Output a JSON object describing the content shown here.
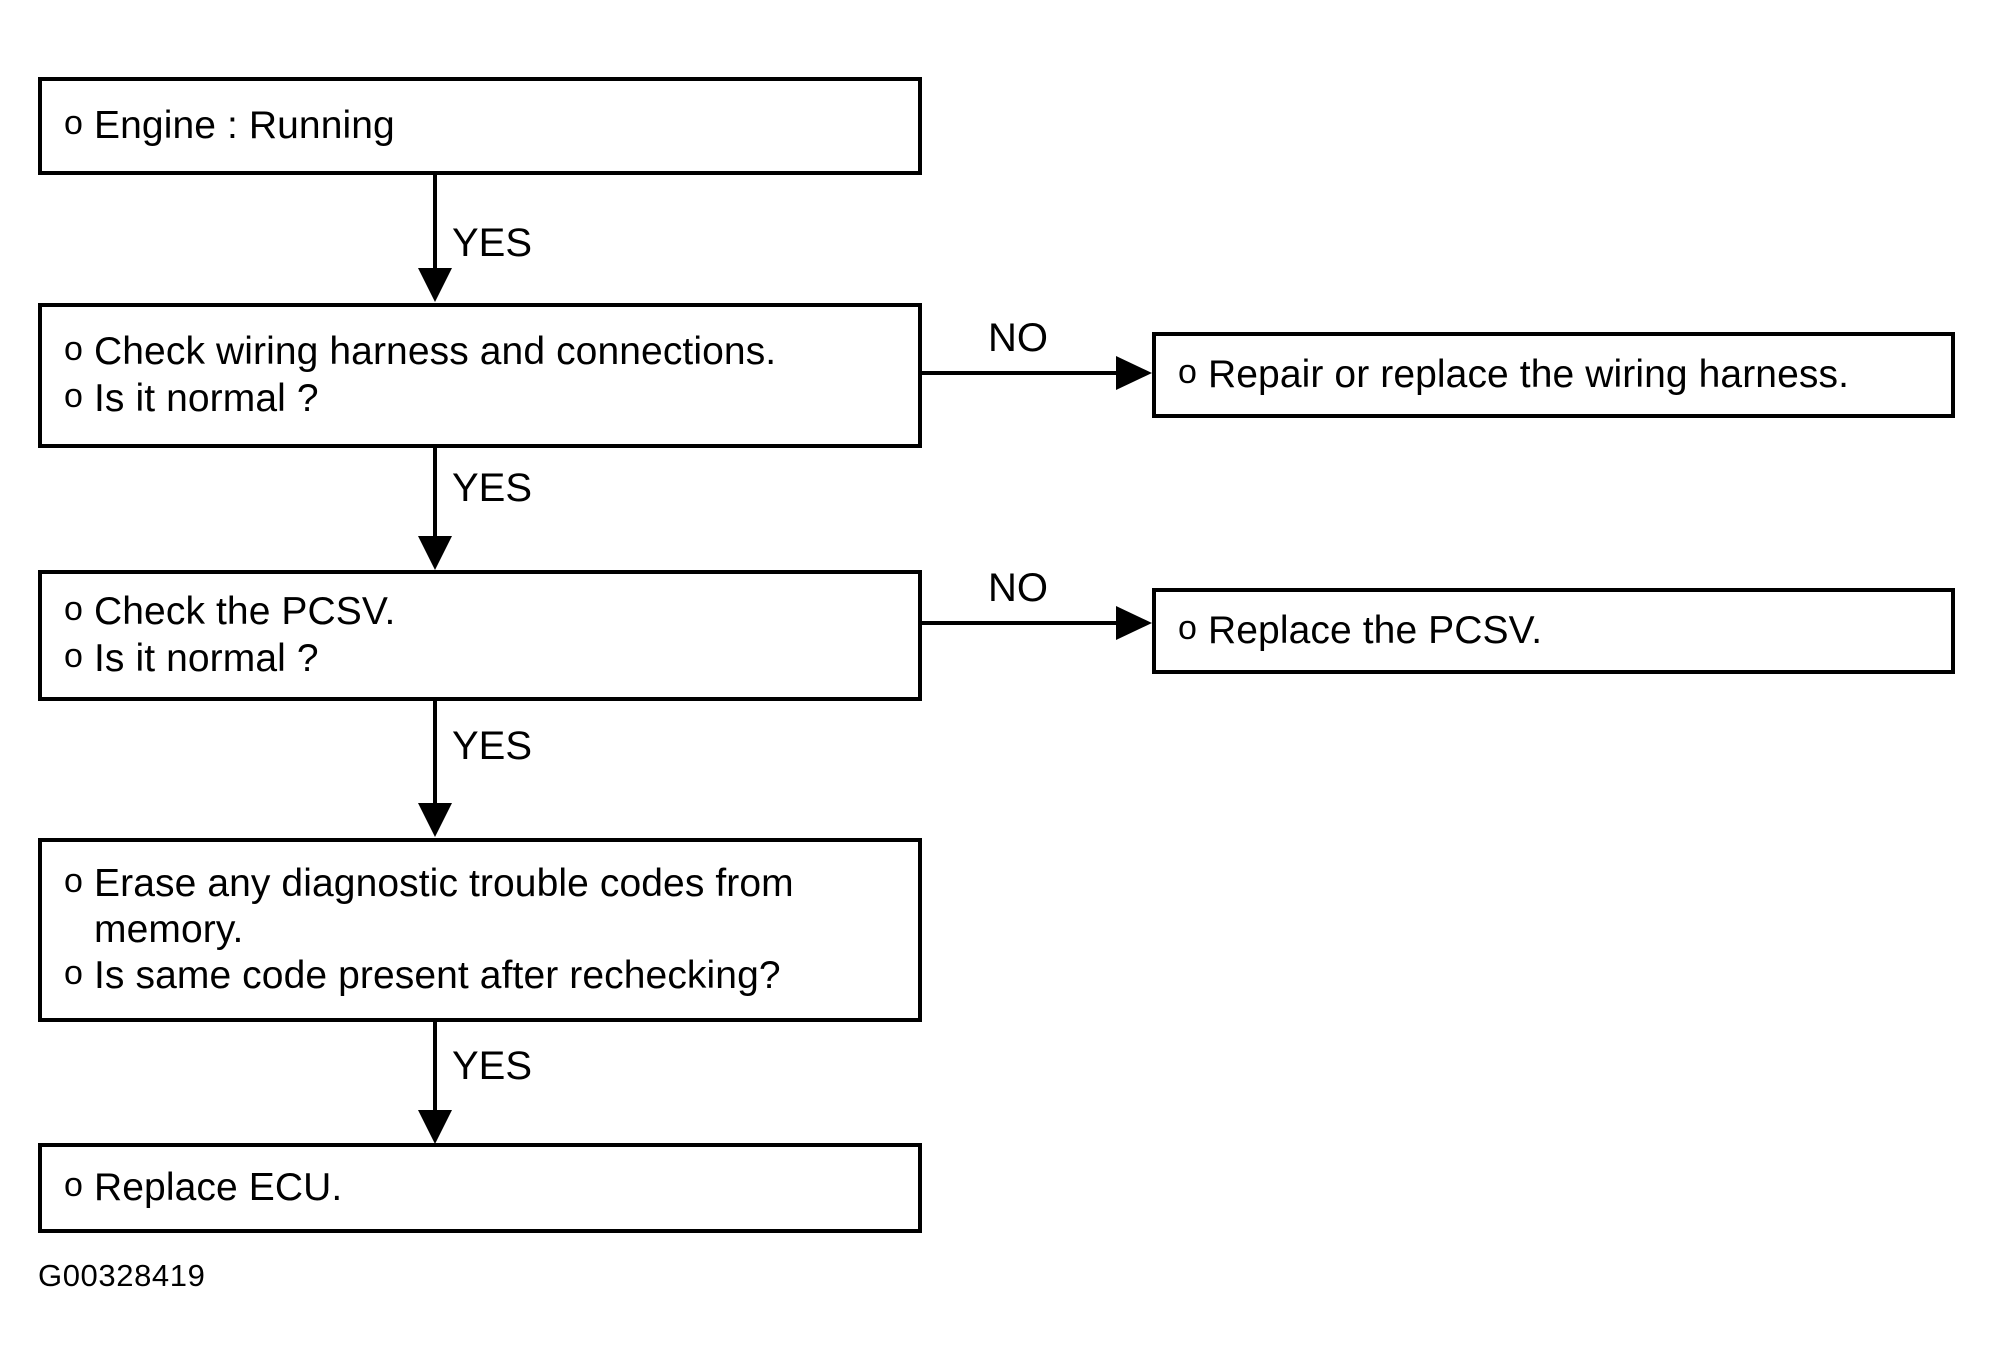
{
  "figure": {
    "id_label": "G00328419",
    "bullet_glyph": "o"
  },
  "nodes": {
    "engine_running": {
      "lines": [
        "Engine : Running"
      ]
    },
    "check_wiring": {
      "lines": [
        "Check wiring harness and connections.",
        "Is it normal ?"
      ]
    },
    "repair_wiring": {
      "lines": [
        "Repair or replace the wiring harness."
      ]
    },
    "check_pcsv": {
      "lines": [
        "Check the PCSV.",
        "Is it normal ?"
      ]
    },
    "replace_pcsv": {
      "lines": [
        "Replace the PCSV."
      ]
    },
    "erase_codes": {
      "lines": [
        "Erase any diagnostic trouble codes from\nmemory.",
        "Is same code present after rechecking?"
      ]
    },
    "replace_ecu": {
      "lines": [
        "Replace ECU."
      ]
    }
  },
  "edges": {
    "yes_1": "YES",
    "yes_2": "YES",
    "yes_3": "YES",
    "yes_4": "YES",
    "no_1": "NO",
    "no_2": "NO"
  }
}
